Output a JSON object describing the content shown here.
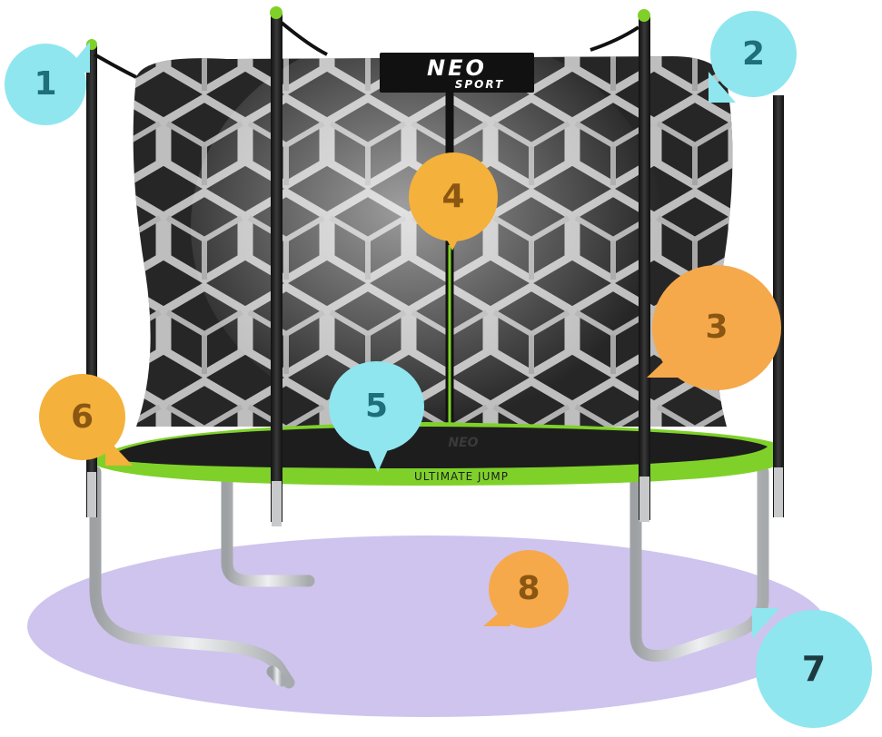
{
  "image": {
    "subject": "trampoline with safety net",
    "brand_logo_line1": "NEO",
    "brand_logo_line2": "SPORT",
    "mat_text": "ULTIMATE JUMP",
    "pad_logo": "NEO"
  },
  "colors": {
    "callout_cyan": "#8fe6ef",
    "callout_cyan_text": "#1e6f79",
    "callout_orange": "#f5a94b",
    "callout_orange_text": "#8a5612",
    "callout_gold": "#f4b13b",
    "callout_gold_text": "#8a5612",
    "frame_green": "#7fd12a",
    "shadow_purple": "#cfc4ee",
    "net_dark": "#2a2a2a",
    "steel": "#c7c9cb"
  },
  "callouts": [
    {
      "label": "1",
      "color": "cyan"
    },
    {
      "label": "2",
      "color": "cyan"
    },
    {
      "label": "3",
      "color": "orange"
    },
    {
      "label": "4",
      "color": "gold"
    },
    {
      "label": "5",
      "color": "cyan"
    },
    {
      "label": "6",
      "color": "gold"
    },
    {
      "label": "7",
      "color": "cyan"
    },
    {
      "label": "8",
      "color": "orange"
    }
  ]
}
